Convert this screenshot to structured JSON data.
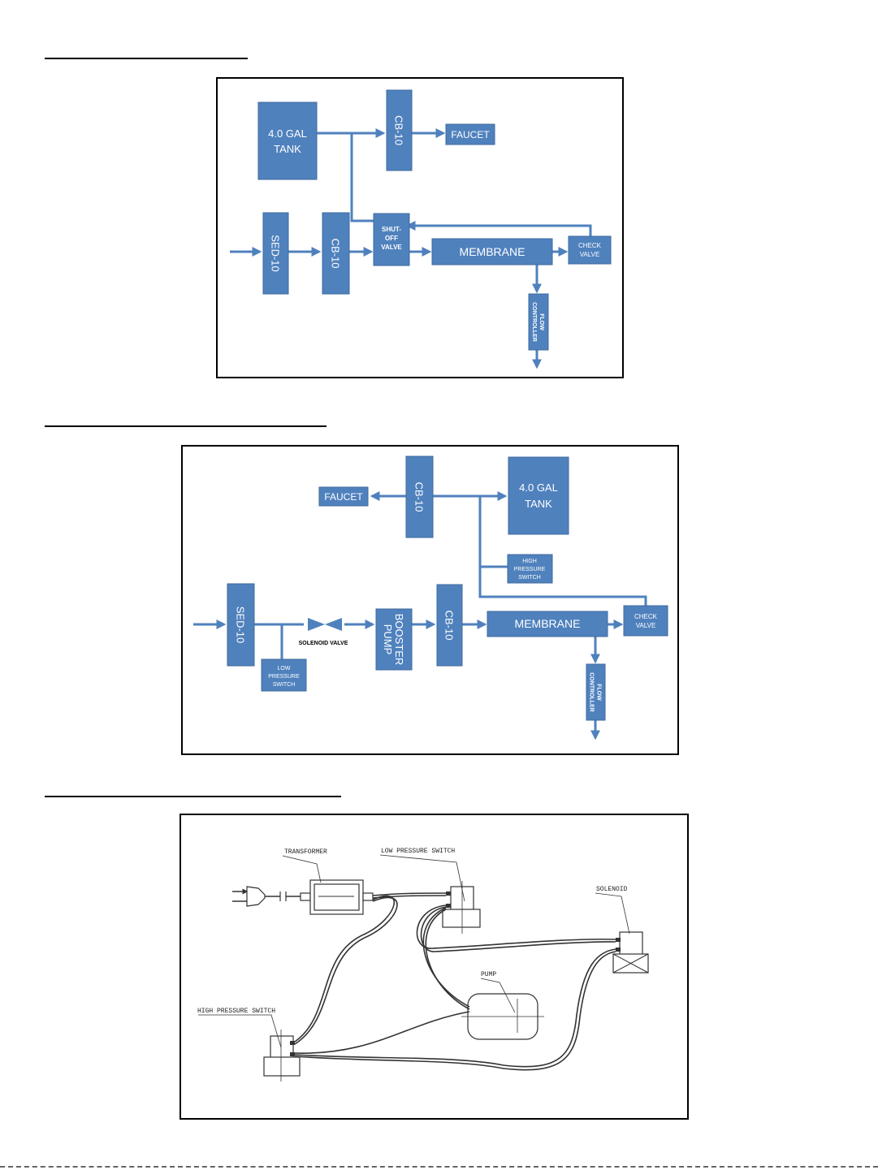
{
  "d1": {
    "tank": [
      "4.0 GAL",
      "TANK"
    ],
    "cb10_top": "CB-10",
    "faucet": "FAUCET",
    "sed10": "SED-10",
    "cb10_mid": "CB-10",
    "shutoff": [
      "SHUT-",
      "OFF",
      "VALVE"
    ],
    "membrane": "MEMBRANE",
    "check": [
      "CHECK",
      "VALVE"
    ],
    "flow": [
      "FLOW",
      "CONTROLLER"
    ]
  },
  "d2": {
    "faucet": "FAUCET",
    "cb10_top": "CB-10",
    "tank": [
      "4.0 GAL",
      "TANK"
    ],
    "hps": [
      "HIGH",
      "PRESSURE",
      "SWITCH"
    ],
    "sed10": "SED-10",
    "solenoid": "SOLENOID VALVE",
    "booster": [
      "BOOSTER",
      "PUMP"
    ],
    "cb10_mid": "CB-10",
    "membrane": "MEMBRANE",
    "check": [
      "CHECK",
      "VALVE"
    ],
    "lps": [
      "LOW",
      "PRESSURE",
      "SWITCH"
    ],
    "flow": [
      "FLOW",
      "CONTROLLER"
    ]
  },
  "d3": {
    "transformer": "TRANSFORMER",
    "lps": "LOW PRESSURE SWITCH",
    "solenoid": "SOLENOID",
    "pump": "PUMP",
    "hps": "HIGH PRESSURE SWITCH"
  },
  "colors": {
    "box": "#4f81bd",
    "line": "#4f81bd",
    "ink": "#000000"
  }
}
